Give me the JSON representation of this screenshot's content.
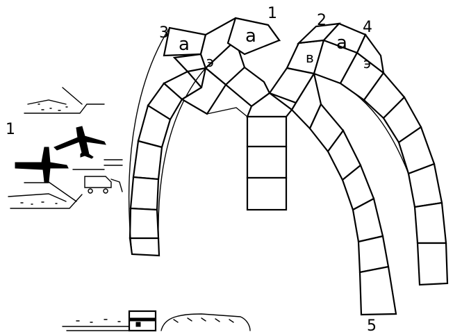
{
  "diagram": {
    "numbers": {
      "n1_top": "1",
      "n2": "2",
      "n3": "3",
      "n4": "4",
      "n5": "5",
      "n1_left": "1"
    },
    "cells": {
      "a_left": "а",
      "e_left": "э",
      "a_top": "а",
      "v_right": "в",
      "a_right": "а",
      "e_right": "э"
    }
  }
}
